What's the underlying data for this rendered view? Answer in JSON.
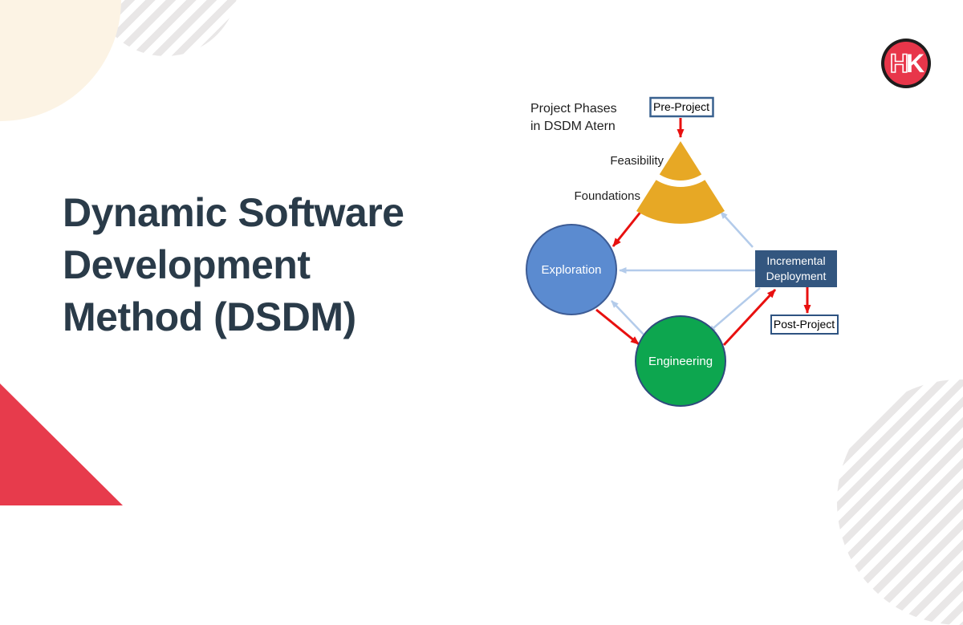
{
  "hero": {
    "title_lines": [
      "Dynamic Software",
      "Development",
      "Method (DSDM)"
    ],
    "title_color": "#2a3b49"
  },
  "logo": {
    "letter_h": "H",
    "letter_k": "K",
    "ring_color": "#1e1c1c",
    "red": "#e8364a"
  },
  "diagram": {
    "caption_lines": [
      "Project Phases",
      "in DSDM Atern"
    ],
    "nodes": {
      "pre_project": "Pre-Project",
      "feasibility": "Feasibility",
      "foundations": "Foundations",
      "exploration": "Exploration",
      "engineering": "Engineering",
      "incremental_deployment_line1": "Incremental",
      "incremental_deployment_line2": "Deployment",
      "post_project": "Post-Project"
    },
    "colors": {
      "fan_gold": "#e7a825",
      "exploration_fill": "#5b8bd0",
      "exploration_border": "#3d5c95",
      "engineering_fill": "#0da64f",
      "engineering_border": "#2f4a7d",
      "deployment_fill": "#33567f",
      "box_border": "#39618f",
      "arrow_red": "#e8100f",
      "arrow_blue": "#b3cbea"
    }
  },
  "decor": {
    "cream": "#fcf3e4",
    "stripe_gray": "#e9e7e7",
    "triangle_red": "#e73b4c"
  }
}
